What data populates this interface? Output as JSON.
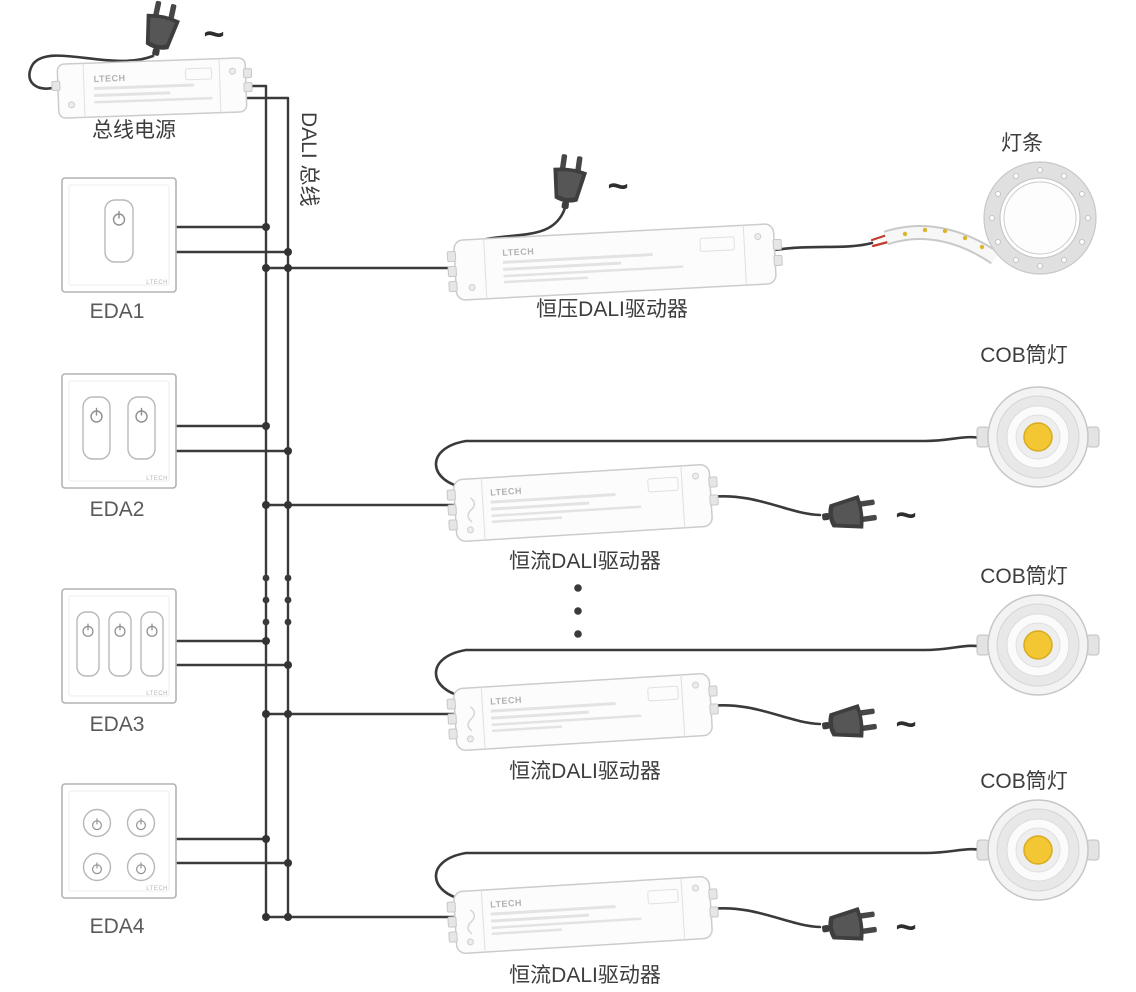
{
  "brand": "LTECH",
  "labels": {
    "bus_power": "总线电源",
    "dali_bus": "DALI 总线",
    "cv_driver": "恒压DALI驱动器",
    "cc_driver": "恒流DALI驱动器",
    "led_strip": "灯条",
    "cob_downlight": "COB筒灯",
    "ac_symbol": "~"
  },
  "panels": [
    {
      "label": "EDA1",
      "buttons": 1
    },
    {
      "label": "EDA2",
      "buttons": 2
    },
    {
      "label": "EDA3",
      "buttons": 3
    },
    {
      "label": "EDA4",
      "buttons": 4
    }
  ],
  "colors": {
    "wire": "#3a3a3a",
    "cob_yellow": "#f2c733",
    "device_fill": "#fbfbfb"
  }
}
